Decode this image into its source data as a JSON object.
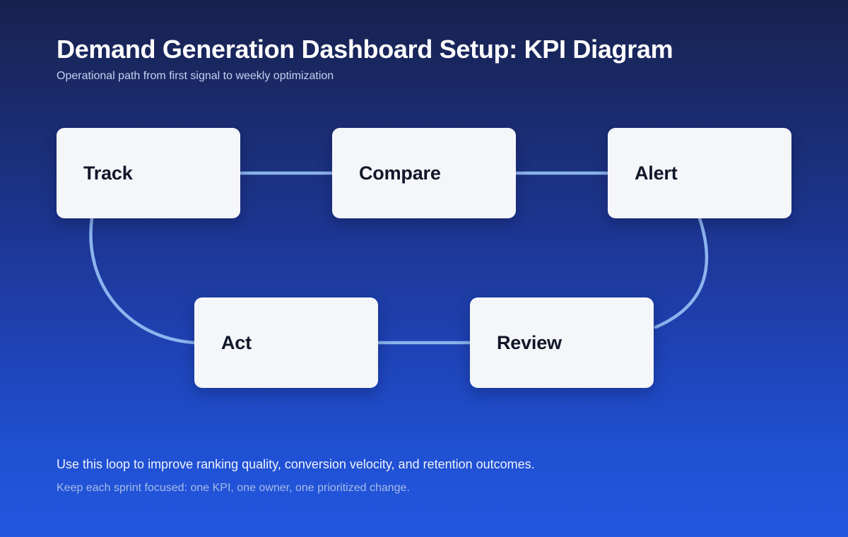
{
  "header": {
    "title": "Demand Generation Dashboard Setup: KPI Diagram",
    "subtitle": "Operational path from first signal to weekly optimization"
  },
  "diagram": {
    "type": "flow-loop",
    "nodes": [
      {
        "id": "track",
        "label": "Track"
      },
      {
        "id": "compare",
        "label": "Compare"
      },
      {
        "id": "alert",
        "label": "Alert"
      },
      {
        "id": "act",
        "label": "Act"
      },
      {
        "id": "review",
        "label": "Review"
      }
    ],
    "edges": [
      {
        "from": "track",
        "to": "compare",
        "style": "straight"
      },
      {
        "from": "compare",
        "to": "alert",
        "style": "straight"
      },
      {
        "from": "alert",
        "to": "review",
        "style": "curved"
      },
      {
        "from": "review",
        "to": "act",
        "style": "straight"
      },
      {
        "from": "act",
        "to": "track",
        "style": "curved"
      }
    ]
  },
  "footer": {
    "primary": "Use this loop to improve ranking quality, conversion velocity, and retention outcomes.",
    "secondary": "Keep each sprint focused: one KPI, one owner, one prioritized change."
  },
  "colors": {
    "background_top": "#18224f",
    "background_bottom": "#2357e0",
    "node_fill": "#f5f6fa",
    "node_text": "#111729",
    "connector": "#8cb4ee",
    "title_text": "#ffffff",
    "subtitle_text": "#c3d2ef",
    "footer_primary_text": "#eef2fd",
    "footer_secondary_text": "#a7bce7"
  }
}
